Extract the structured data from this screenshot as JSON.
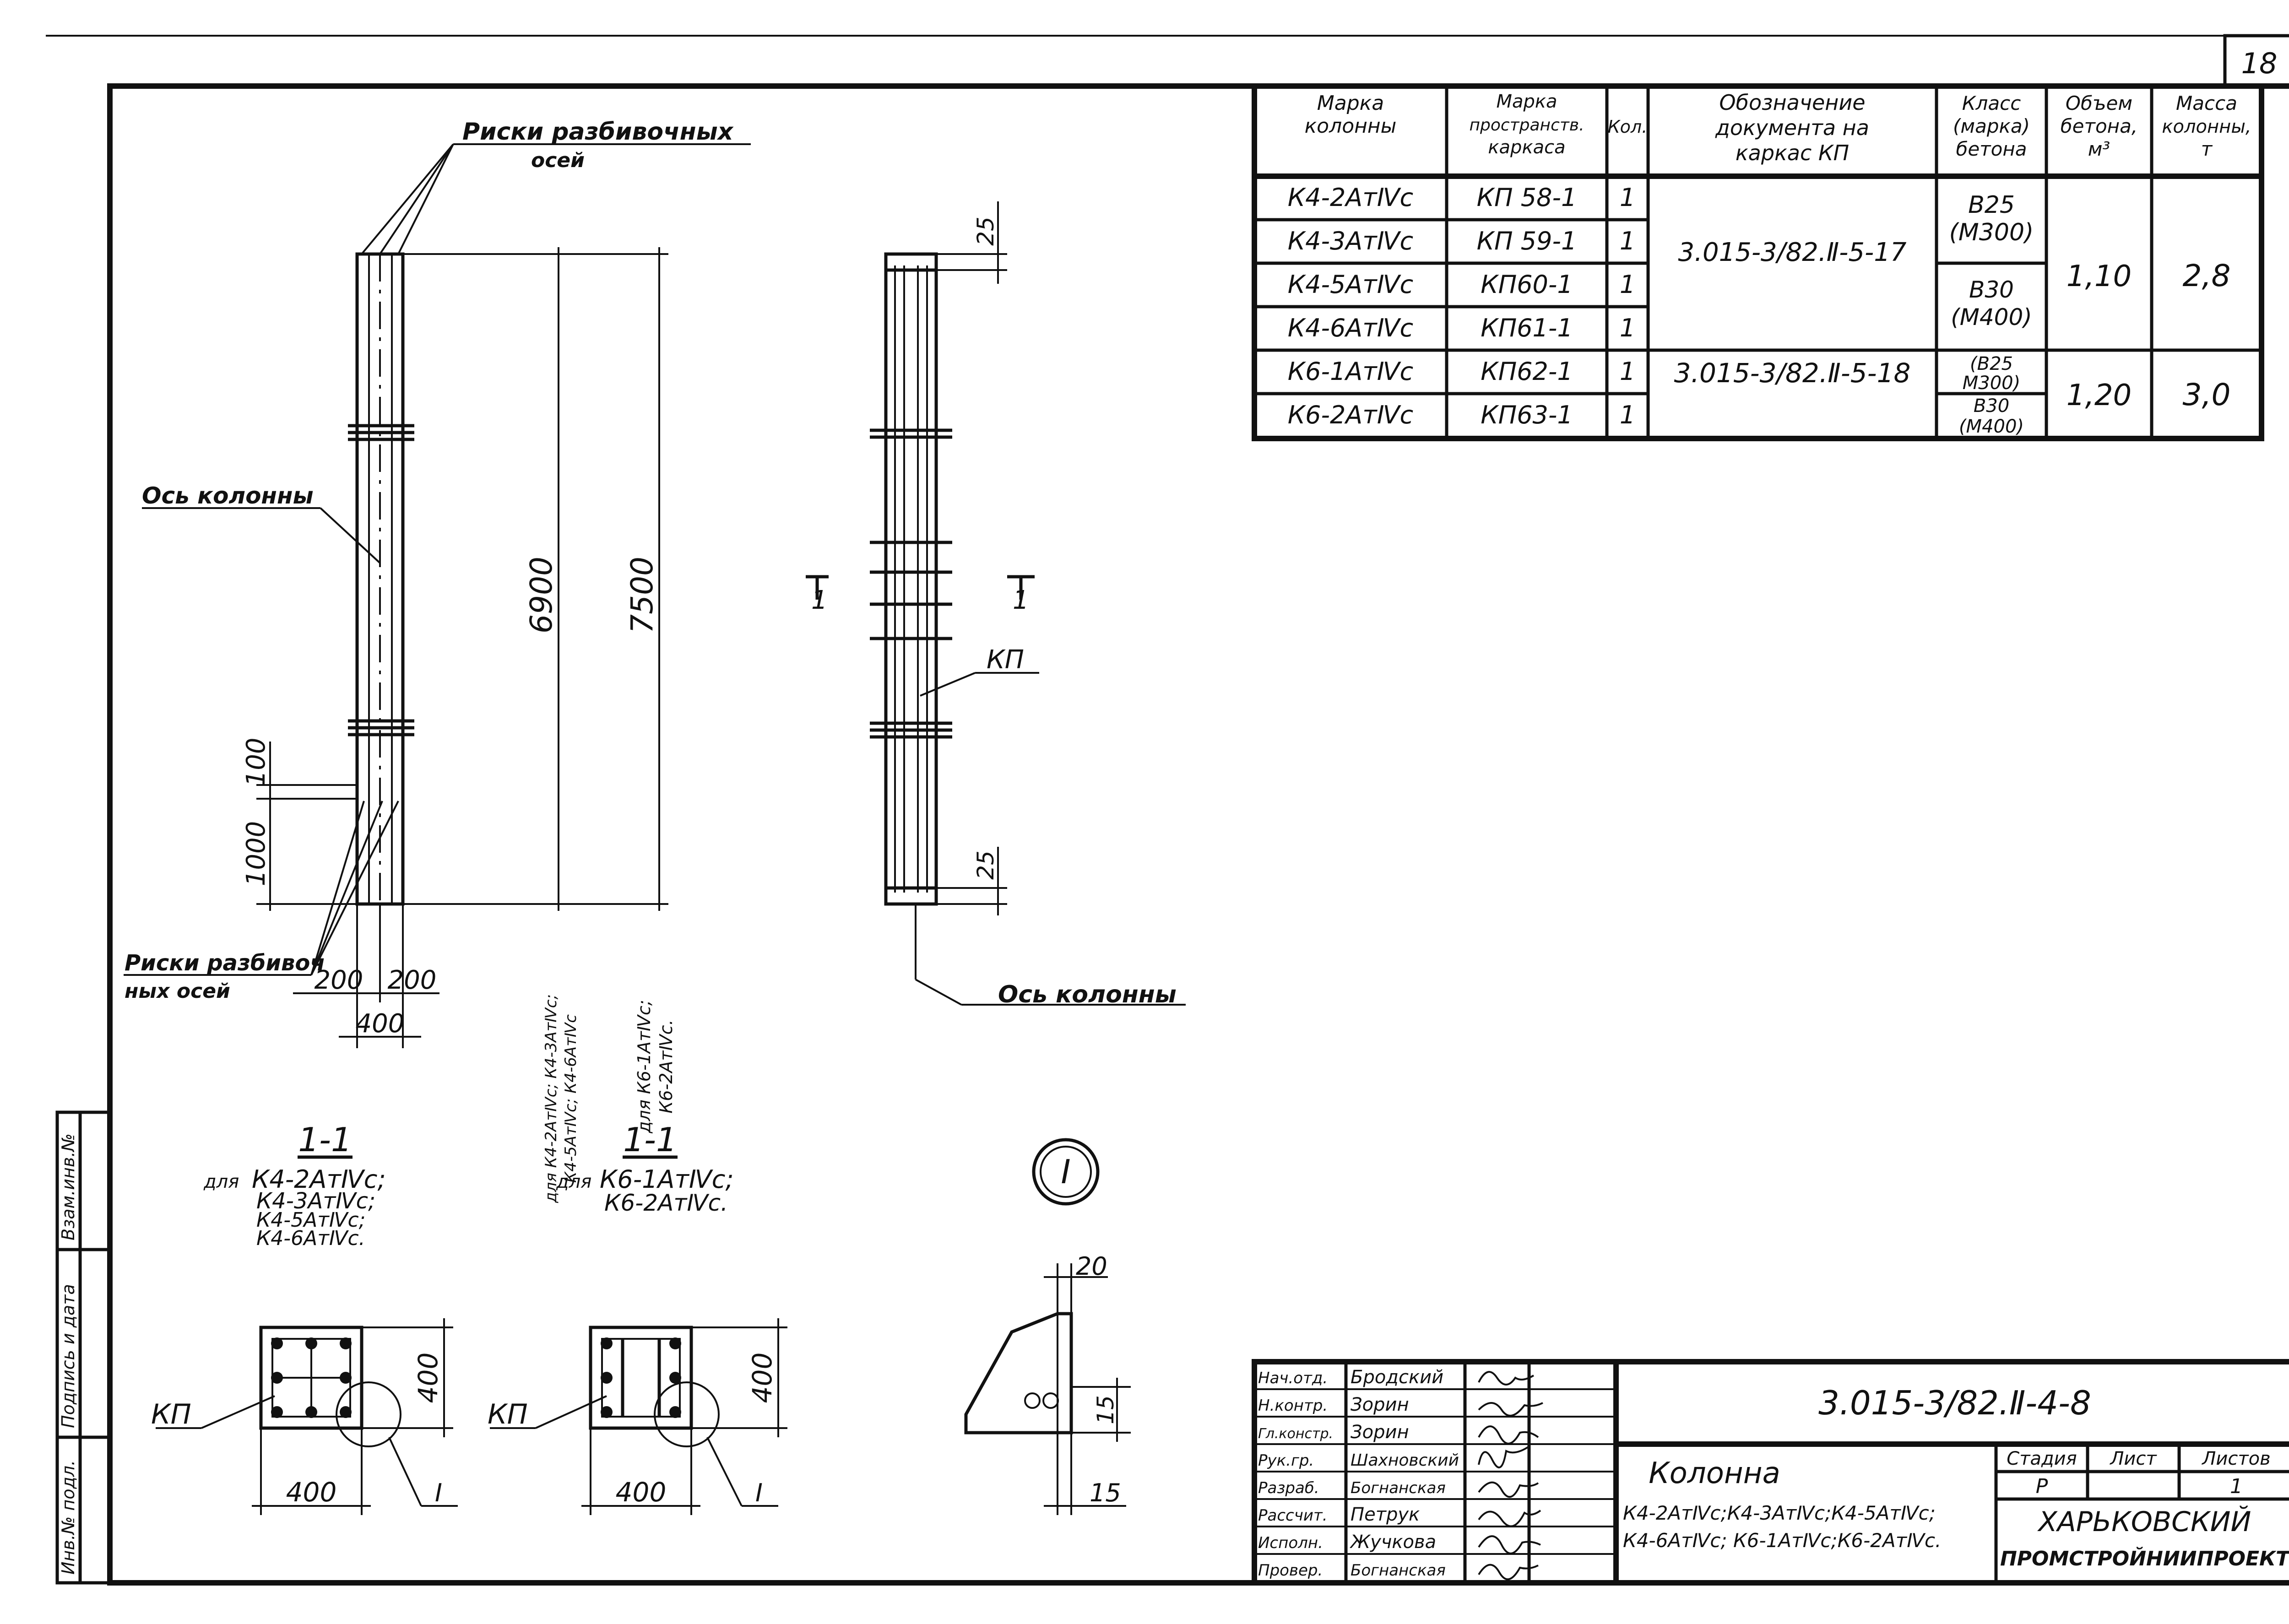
{
  "sheet_number": "18",
  "labels": {
    "axis_ticks_top_line1": "Риски разбивочных",
    "axis_ticks_top_line2": "осей",
    "column_axis_left": "Ось колонны",
    "axis_ticks_bottom_line1": "Риски разбивоч",
    "axis_ticks_bottom_line2": "ных осей",
    "column_axis_right": "Ось колонны",
    "kp_elevation": "КП",
    "kp_section_a": "КП",
    "kp_section_b": "КП",
    "section_mark_left": "1",
    "section_mark_right": "1",
    "detail_mark": "I",
    "detail_mark_sec_a": "I",
    "detail_mark_sec_b": "I"
  },
  "dimensions": {
    "d6900": "6900",
    "d7500": "7500",
    "d100": "100",
    "d1000": "1000",
    "d200a": "200",
    "d200b": "200",
    "d400": "400",
    "d25top": "25",
    "d25bot": "25",
    "sec_a_h": "400",
    "sec_a_w": "400",
    "sec_b_h": "400",
    "sec_b_w": "400",
    "det_20": "20",
    "det_15a": "15",
    "det_15b": "15"
  },
  "note_group_1": "для К4-2АтⅣс; К4-3АтⅣс;",
  "note_group_1b": "К4-5АтⅣс; К4-6АтⅣс",
  "note_group_2": "для К6-1АтⅣс;",
  "note_group_2b": "К6-2АтⅣс.",
  "section_a": {
    "title": "1-1",
    "prefix": "для",
    "lines": [
      "К4-2АтⅣс;",
      "К4-3АтⅣс;",
      "К4-5АтⅣс;",
      "К4-6АтⅣс."
    ]
  },
  "section_b": {
    "title": "1-1",
    "prefix": "для",
    "lines": [
      "К6-1АтⅣс;",
      "К6-2АтⅣс."
    ]
  },
  "spec_table": {
    "headers": [
      [
        "Марка",
        "колонны"
      ],
      [
        "Марка",
        "пространств.",
        "каркаса"
      ],
      [
        "Кол."
      ],
      [
        "Обозначение",
        "документа на",
        "каркас КП"
      ],
      [
        "Класс",
        "(марка)",
        "бетона"
      ],
      [
        "Объем",
        "бетона,",
        "м³"
      ],
      [
        "Масса",
        "колонны,",
        "т"
      ]
    ],
    "rows": [
      [
        "К4-2АтⅣс",
        "КП 58-1",
        "1"
      ],
      [
        "К4-3АтⅣс",
        "КП 59-1",
        "1"
      ],
      [
        "К4-5АтⅣс",
        "КП60-1",
        "1"
      ],
      [
        "К4-6АтⅣс",
        "КП61-1",
        "1"
      ],
      [
        "К6-1АтⅣс",
        "КП62-1",
        "1"
      ],
      [
        "К6-2АтⅣс",
        "КП63-1",
        "1"
      ]
    ],
    "doc_1": "3.015-3/82.Ⅱ-5-17",
    "doc_2": "3.015-3/82.Ⅱ-5-18",
    "class_1a": "В25",
    "class_1b": "(М300)",
    "class_2a": "В30",
    "class_2b": "(М400)",
    "class_3a": "(В25",
    "class_3b": "М300)",
    "class_4a": "В30",
    "class_4b": "(М400)",
    "volume_1": "1,10",
    "volume_2": "1,20",
    "mass_1": "2,8",
    "mass_2": "3,0"
  },
  "title_block": {
    "roles": [
      [
        "Нач.отд.",
        "Бродский"
      ],
      [
        "Н.контр.",
        "Зорин"
      ],
      [
        "Гл.констр.",
        "Зорин"
      ],
      [
        "Рук.гр.",
        "Шахновский"
      ],
      [
        "Разраб.",
        "Богнанская"
      ],
      [
        "Рассчит.",
        "Петрук"
      ],
      [
        "Исполн.",
        "Жучкова"
      ],
      [
        "Провер.",
        "Богнанская"
      ]
    ],
    "doc_code": "3.015-3/82.Ⅱ-4-8",
    "name": "Колонна",
    "name_line1": "К4-2АтⅣс;К4-3АтⅣс;К4-5АтⅣс;",
    "name_line2": "К4-6АтⅣс; К6-1АтⅣс;К6-2АтⅣс.",
    "stage_label": "Стадия",
    "sheet_label": "Лист",
    "sheets_label": "Листов",
    "stage": "Р",
    "sheet": "",
    "sheets": "1",
    "org_line1": "ХАРЬКОВСКИЙ",
    "org_line2": "ПРОМСТРОЙНИИПРОЕКТ"
  },
  "side_stamp": {
    "c1": "Инв.№ подл.",
    "c2": "Подпись и дата",
    "c3": "Взам.инв.№"
  }
}
